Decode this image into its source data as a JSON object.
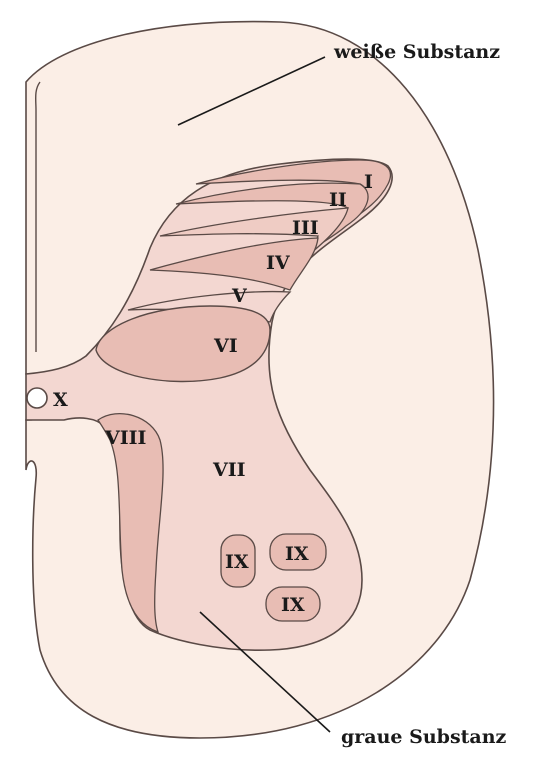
{
  "labels": {
    "white_matter": "weiße Substanz",
    "gray_matter": "graue Substanz"
  },
  "laminae": {
    "I": "I",
    "II": "II",
    "III": "III",
    "IV": "IV",
    "V": "V",
    "VI": "VI",
    "VII": "VII",
    "VIII": "VIII",
    "IX_a": "IX",
    "IX_b": "IX",
    "IX_c": "IX",
    "X": "X"
  },
  "colors": {
    "white_matter": "#fbeee6",
    "gray_matter": "#f3d7d1",
    "lamina_dark": "#e8bdb4",
    "outline": "#5a4a46"
  }
}
